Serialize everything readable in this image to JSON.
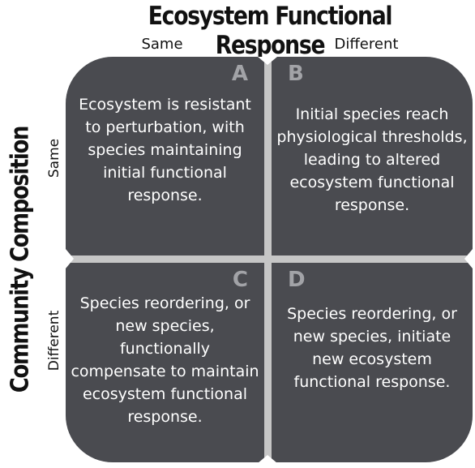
{
  "title": "Ecosystem Functional Response",
  "columns": {
    "same": "Same",
    "different": "Different"
  },
  "row_title": "Community Composition",
  "rows": {
    "same": "Same",
    "different": "Different"
  },
  "quadrants": {
    "a": {
      "letter": "A",
      "text": "Ecosystem is resistant to perturbation, with species maintaining initial functional response."
    },
    "b": {
      "letter": "B",
      "text": "Initial species reach physiological thresholds, leading to altered ecosystem functional response."
    },
    "c": {
      "letter": "C",
      "text": "Species reordering, or new species, functionally compensate to maintain ecosystem functional response."
    },
    "d": {
      "letter": "D",
      "text": "Species reordering, or new species, initiate new ecosystem functional response."
    }
  },
  "colors": {
    "quadrant_fill": "#4a4b50",
    "divider": "#c6c6c6",
    "letter": "#a2a3a7"
  }
}
